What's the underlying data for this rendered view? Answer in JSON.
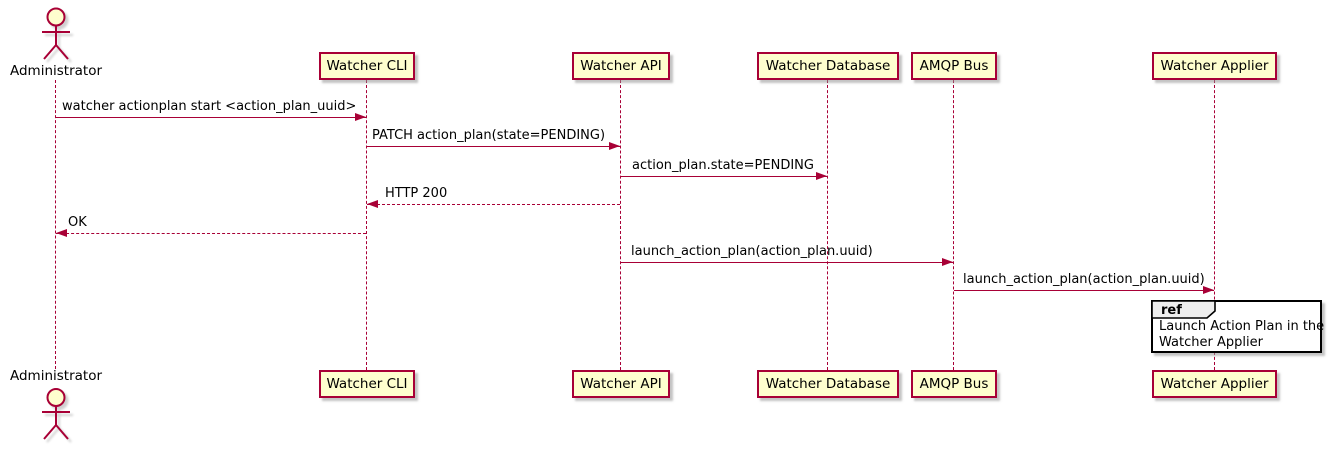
{
  "colors": {
    "accent": "#A80036",
    "participant_fill": "#FEFECE",
    "ref_header_fill": "#EEEEEE",
    "ref_border": "#000000",
    "background": "#FFFFFF"
  },
  "actor": {
    "name": "Administrator"
  },
  "participants": [
    {
      "name": "Watcher CLI"
    },
    {
      "name": "Watcher API"
    },
    {
      "name": "Watcher Database"
    },
    {
      "name": "AMQP Bus"
    },
    {
      "name": "Watcher Applier"
    }
  ],
  "messages": [
    {
      "text": "watcher actionplan start <action_plan_uuid>",
      "from": "Administrator",
      "to": "Watcher CLI",
      "style": "solid",
      "direction": "right"
    },
    {
      "text": "PATCH action_plan(state=PENDING)",
      "from": "Watcher CLI",
      "to": "Watcher API",
      "style": "solid",
      "direction": "right"
    },
    {
      "text": "action_plan.state=PENDING",
      "from": "Watcher API",
      "to": "Watcher Database",
      "style": "solid",
      "direction": "right"
    },
    {
      "text": "HTTP 200",
      "from": "Watcher API",
      "to": "Watcher CLI",
      "style": "dashed",
      "direction": "left"
    },
    {
      "text": "OK",
      "from": "Watcher CLI",
      "to": "Administrator",
      "style": "dashed",
      "direction": "left"
    },
    {
      "text": "launch_action_plan(action_plan.uuid)",
      "from": "Watcher API",
      "to": "AMQP Bus",
      "style": "solid",
      "direction": "right"
    },
    {
      "text": "launch_action_plan(action_plan.uuid)",
      "from": "AMQP Bus",
      "to": "Watcher Applier",
      "style": "solid",
      "direction": "right"
    }
  ],
  "ref": {
    "keyword": "ref",
    "line1": "Launch Action Plan in the",
    "line2": "Watcher Applier"
  }
}
